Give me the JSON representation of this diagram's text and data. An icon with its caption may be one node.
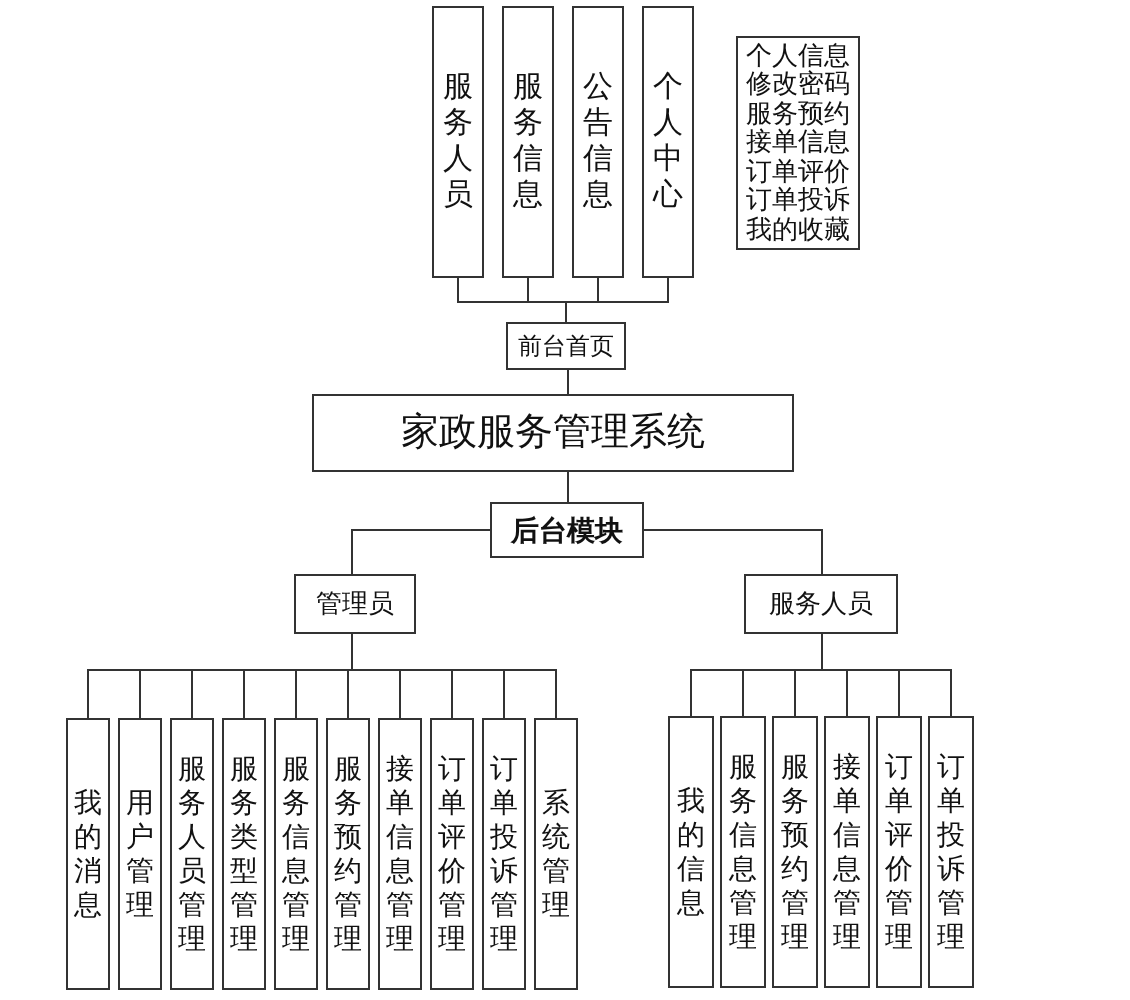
{
  "diagram": {
    "nodes": [
      {
        "text": [
          "服务人员"
        ]
      },
      {
        "text": [
          "服务信息"
        ]
      },
      {
        "text": [
          "公告信息"
        ]
      },
      {
        "text": [
          "个人中心"
        ]
      },
      {
        "text": [
          "个人信息",
          "修改密码",
          "服务预约",
          "接单信息",
          "订单评价",
          "订单投诉",
          "我的收藏"
        ]
      },
      {
        "text": [
          "前台首页"
        ]
      },
      {
        "text": [
          "家政服务管理系统"
        ]
      },
      {
        "text": [
          "后台模块"
        ]
      },
      {
        "text": [
          "管理员"
        ]
      },
      {
        "text": [
          "服务人员"
        ]
      },
      {
        "text": [
          "我的消息"
        ]
      },
      {
        "text": [
          "用户管理"
        ]
      },
      {
        "text": [
          "服务人员管理"
        ]
      },
      {
        "text": [
          "服务类型管理"
        ]
      },
      {
        "text": [
          "服务信息管理"
        ]
      },
      {
        "text": [
          "服务预约管理"
        ]
      },
      {
        "text": [
          "接单信息管理"
        ]
      },
      {
        "text": [
          "订单评价管理"
        ]
      },
      {
        "text": [
          "订单投诉管理"
        ]
      },
      {
        "text": [
          "系统管理"
        ]
      },
      {
        "text": [
          "我的信息"
        ]
      },
      {
        "text": [
          "服务信息管理"
        ]
      },
      {
        "text": [
          "服务预约管理"
        ]
      },
      {
        "text": [
          "接单信息管理"
        ]
      },
      {
        "text": [
          "订单评价管理"
        ]
      },
      {
        "text": [
          "订单投诉管理"
        ]
      }
    ],
    "edges": [
      {
        "from": 5,
        "to": 0,
        "arrow": "none"
      },
      {
        "from": 5,
        "to": 1,
        "arrow": "none"
      },
      {
        "from": 5,
        "to": 2,
        "arrow": "none"
      },
      {
        "from": 5,
        "to": 3,
        "arrow": "none"
      },
      {
        "from": 6,
        "to": 5,
        "arrow": "none"
      },
      {
        "from": 6,
        "to": 7,
        "arrow": "none"
      },
      {
        "from": 7,
        "to": 8,
        "arrow": "none"
      },
      {
        "from": 7,
        "to": 9,
        "arrow": "none"
      },
      {
        "from": 8,
        "to": 10,
        "arrow": "none"
      },
      {
        "from": 8,
        "to": 11,
        "arrow": "none"
      },
      {
        "from": 8,
        "to": 12,
        "arrow": "none"
      },
      {
        "from": 8,
        "to": 13,
        "arrow": "none"
      },
      {
        "from": 8,
        "to": 14,
        "arrow": "none"
      },
      {
        "from": 8,
        "to": 15,
        "arrow": "none"
      },
      {
        "from": 8,
        "to": 16,
        "arrow": "none"
      },
      {
        "from": 8,
        "to": 17,
        "arrow": "none"
      },
      {
        "from": 8,
        "to": 18,
        "arrow": "none"
      },
      {
        "from": 8,
        "to": 19,
        "arrow": "none"
      },
      {
        "from": 9,
        "to": 20,
        "arrow": "none"
      },
      {
        "from": 9,
        "to": 21,
        "arrow": "none"
      },
      {
        "from": 9,
        "to": 22,
        "arrow": "none"
      },
      {
        "from": 9,
        "to": 23,
        "arrow": "none"
      },
      {
        "from": 9,
        "to": 24,
        "arrow": "none"
      },
      {
        "from": 9,
        "to": 25,
        "arrow": "none"
      }
    ]
  }
}
